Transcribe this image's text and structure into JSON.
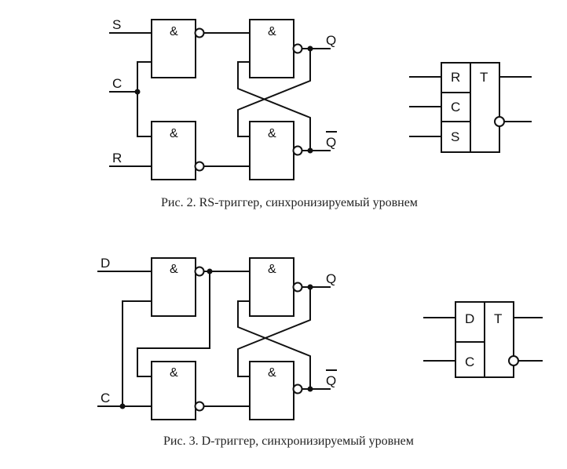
{
  "fig2": {
    "caption": "Рис. 2. RS-триггер, синхронизируемый уровнем",
    "inputs": {
      "s": "S",
      "c": "C",
      "r": "R"
    },
    "outputs": {
      "q": "Q",
      "nq": "Q"
    },
    "gate_symbol": "&",
    "symbol": {
      "pins": [
        "R",
        "C",
        "S"
      ],
      "type": "T"
    }
  },
  "fig3": {
    "caption": "Рис. 3. D-триггер, синхронизируемый уровнем",
    "inputs": {
      "d": "D",
      "c": "C"
    },
    "outputs": {
      "q": "Q",
      "nq": "Q"
    },
    "gate_symbol": "&",
    "symbol": {
      "pins": [
        "D",
        "C"
      ],
      "type": "T"
    }
  }
}
